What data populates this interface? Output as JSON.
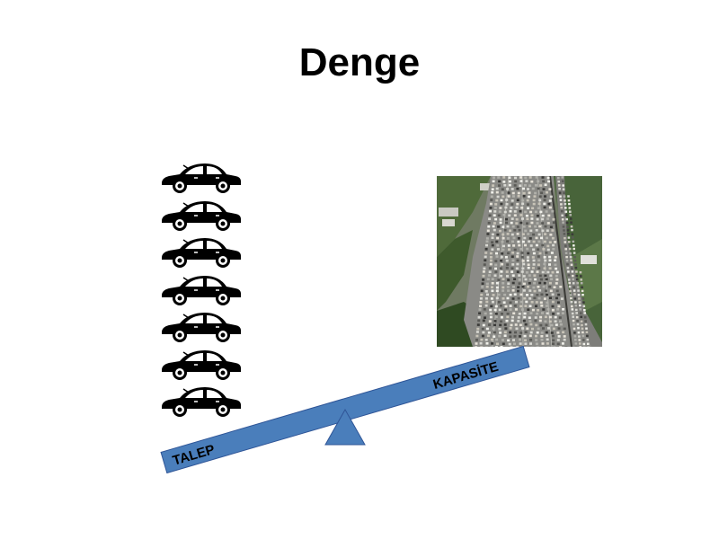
{
  "slide": {
    "title": "Denge",
    "beam_left_label": "TALEP",
    "beam_right_label": "KAPASİTE",
    "car_count": 7,
    "colors": {
      "beam": "#4a7ebb",
      "beam_stroke": "#2f5597",
      "beam_text": "#000000",
      "car": "#000000",
      "title": "#000000"
    },
    "icons": {
      "car": "car-icon",
      "highway": "traffic-jam-photo",
      "fulcrum": "triangle-fulcrum"
    }
  }
}
